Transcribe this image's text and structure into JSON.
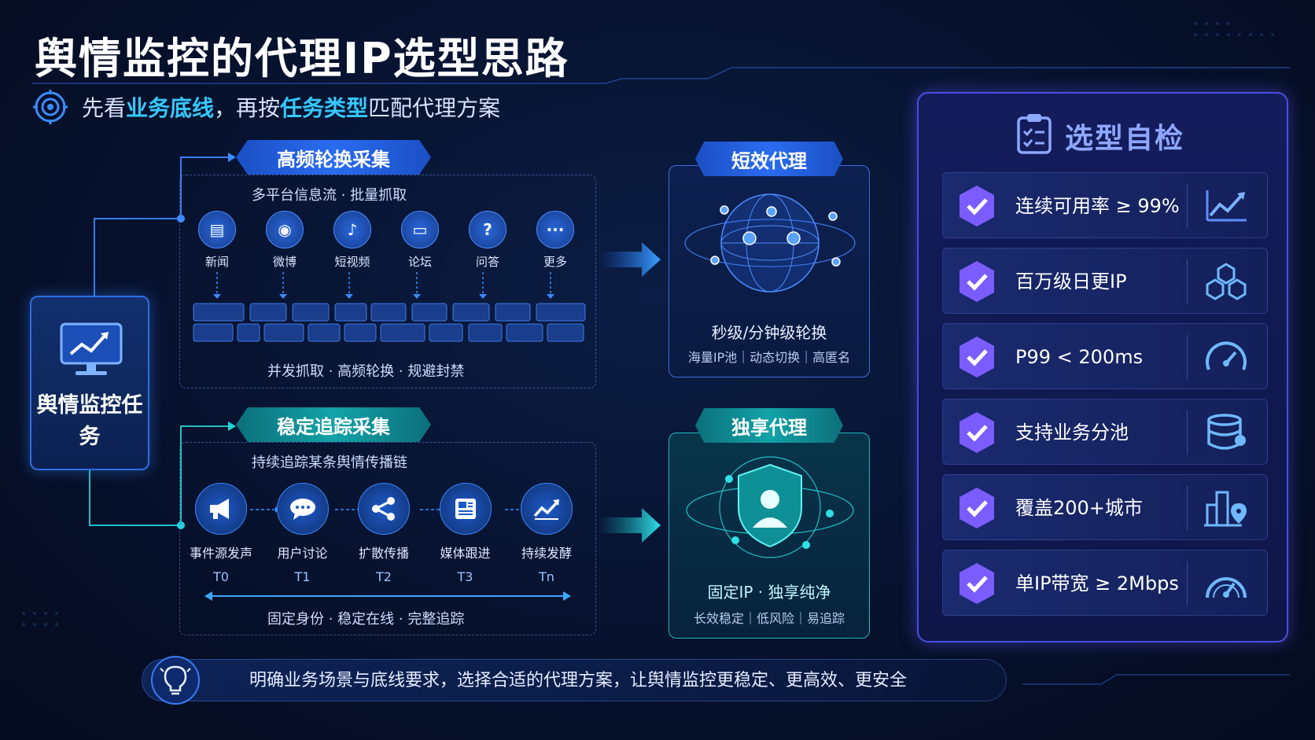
{
  "title": "舆情监控的代理IP选型思路",
  "subtitle": {
    "p1": "先看",
    "h1": "业务底线",
    "p2": "，再按",
    "h2": "任务类型",
    "p3": "匹配代理方案"
  },
  "task": {
    "label": "舆情监控任务",
    "icon": "monitor-chart-icon"
  },
  "high_freq": {
    "label": "高频轮换采集",
    "desc": "多平台信息流 · 批量抓取",
    "platforms": [
      {
        "label": "新闻",
        "icon": "news-icon"
      },
      {
        "label": "微博",
        "icon": "weibo-icon"
      },
      {
        "label": "短视频",
        "icon": "tiktok-icon"
      },
      {
        "label": "论坛",
        "icon": "forum-icon"
      },
      {
        "label": "问答",
        "icon": "qa-icon"
      },
      {
        "label": "更多",
        "icon": "more-icon"
      }
    ],
    "footer": "并发抓取 · 高频轮换 · 规避封禁"
  },
  "stable": {
    "label": "稳定追踪采集",
    "desc": "持续追踪某条舆情传播链",
    "steps": [
      {
        "label": "事件源发声",
        "t": "T0",
        "icon": "megaphone-icon"
      },
      {
        "label": "用户讨论",
        "t": "T1",
        "icon": "chat-icon"
      },
      {
        "label": "扩散传播",
        "t": "T2",
        "icon": "share-icon"
      },
      {
        "label": "媒体跟进",
        "t": "T3",
        "icon": "newspaper-icon"
      },
      {
        "label": "持续发酵",
        "t": "Tn",
        "icon": "trend-icon"
      }
    ],
    "footer": "固定身份 · 稳定在线 · 完整追踪"
  },
  "short_proxy": {
    "label": "短效代理",
    "main": "秒级/分钟级轮换",
    "sub": "海量IP池｜动态切换｜高匿名",
    "icon": "globe-network-icon"
  },
  "exclusive_proxy": {
    "label": "独享代理",
    "main": "固定IP · 独享纯净",
    "sub": "长效稳定｜低风险｜易追踪",
    "icon": "shield-user-icon"
  },
  "checklist": {
    "title": "选型自检",
    "items": [
      {
        "text": "连续可用率 ≥ 99%",
        "icon": "line-chart-icon"
      },
      {
        "text": "百万级日更IP",
        "icon": "cubes-icon"
      },
      {
        "text": "P99 < 200ms",
        "icon": "speedometer-icon"
      },
      {
        "text": "支持业务分池",
        "icon": "database-icon"
      },
      {
        "text": "覆盖200+城市",
        "icon": "city-location-icon"
      },
      {
        "text": "单IP带宽 ≥ 2Mbps",
        "icon": "gauge-icon"
      }
    ]
  },
  "footer": {
    "text": "明确业务场景与底线要求，选择合适的代理方案，让舆情监控更稳定、更高效、更安全"
  },
  "colors": {
    "accent_blue": "#2a6cf0",
    "accent_teal": "#12a3a8",
    "highlight": "#35c8ff",
    "check_purple": "#7a5cff"
  }
}
